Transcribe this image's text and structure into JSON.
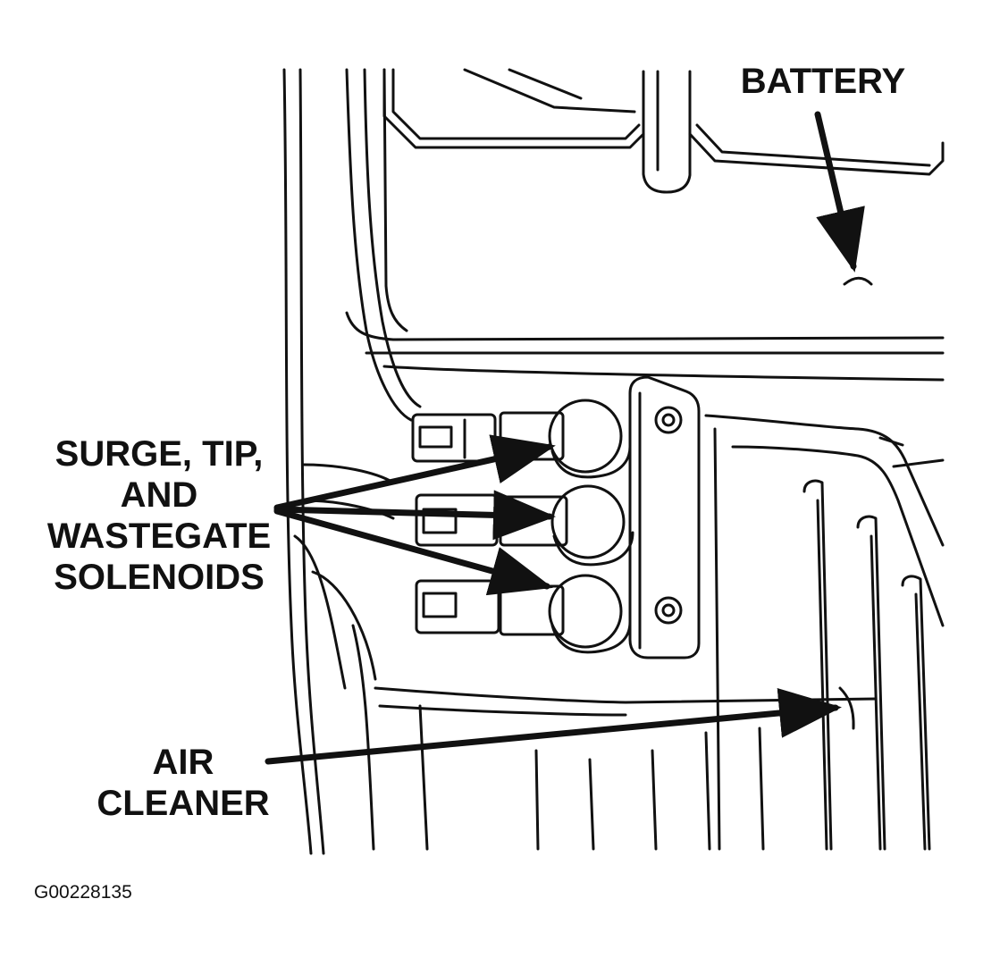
{
  "labels": {
    "battery": "BATTERY",
    "solenoids": [
      "SURGE, TIP,",
      "AND",
      "WASTEGATE",
      "SOLENOIDS"
    ],
    "air_cleaner": [
      "AIR",
      "CLEANER"
    ]
  },
  "figure_id": "G00228135",
  "colors": {
    "ink": "#111111",
    "paper": "#ffffff"
  }
}
